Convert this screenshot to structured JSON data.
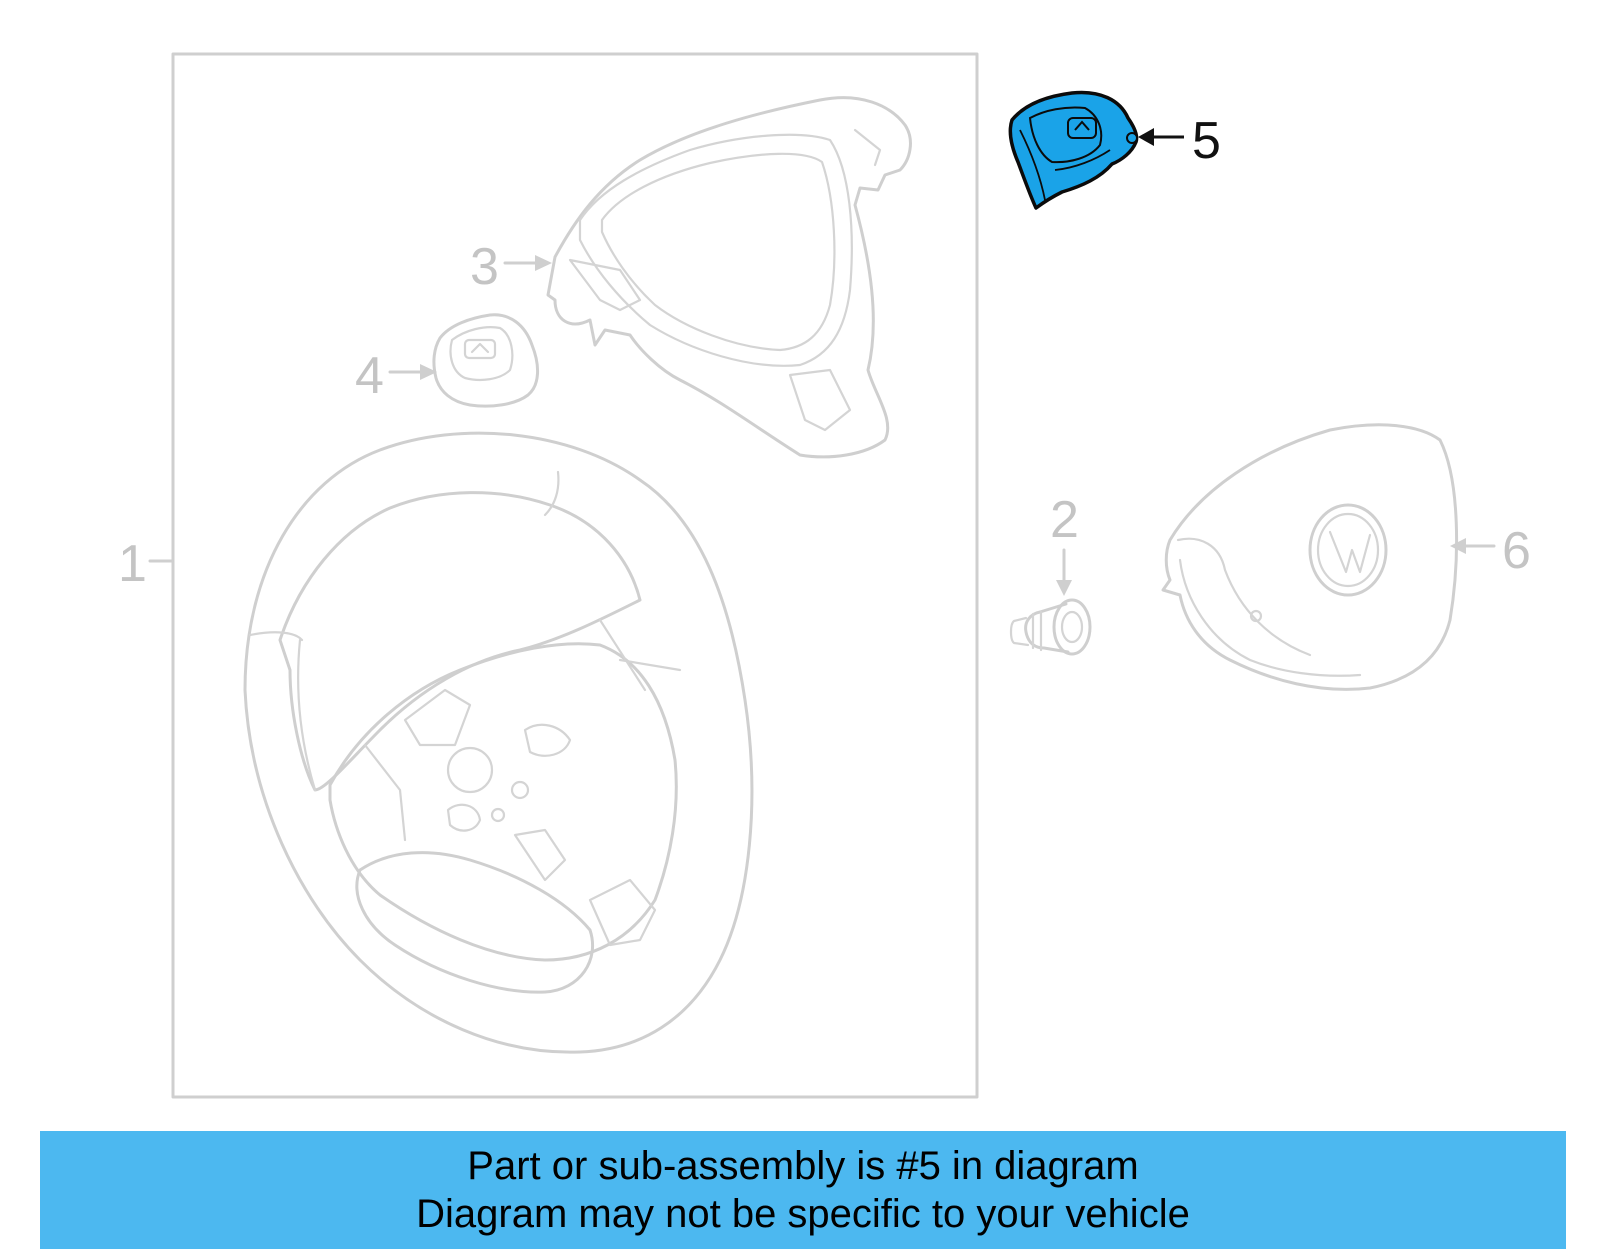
{
  "callouts": {
    "c1": "1",
    "c2": "2",
    "c3": "3",
    "c4": "4",
    "c5": "5",
    "c6": "6"
  },
  "highlighted_part": "5",
  "colors": {
    "highlight_fill": "#1aa3e8",
    "banner_bg": "#4cb8f0",
    "ghost_line": "#cfcfcf",
    "callout_gray": "#c4c4c4"
  },
  "footer": {
    "line1": "Part or sub-assembly is #5 in diagram",
    "line2": "Diagram may not be specific to your vehicle"
  }
}
